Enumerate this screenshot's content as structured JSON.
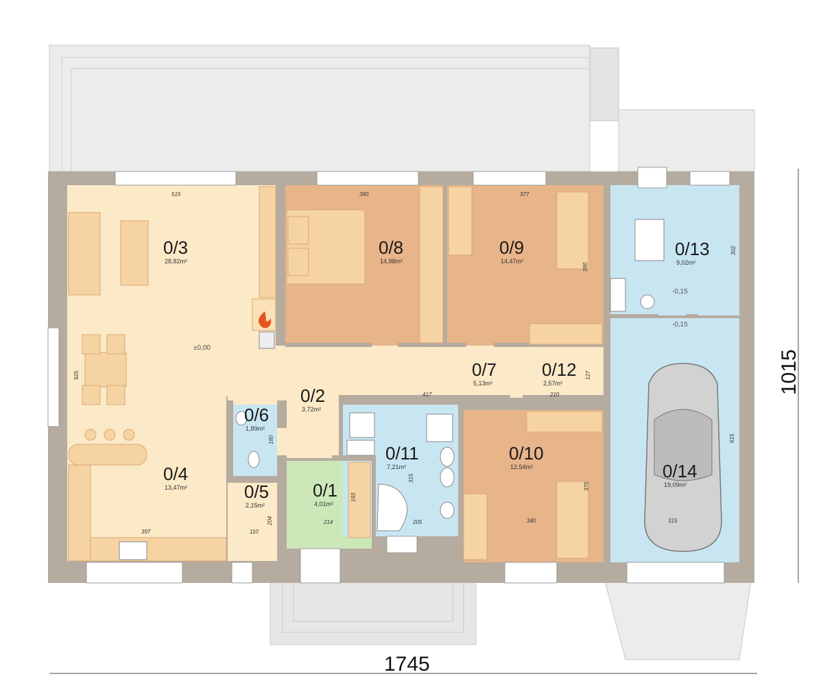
{
  "overall": {
    "width": "1745",
    "depth": "1015"
  },
  "level_mark_living": "±0,00",
  "level_mark_laundry": "-0,15",
  "level_mark_garage": "-0,15",
  "rooms": [
    {
      "id": "0/1",
      "area": "4,01m²"
    },
    {
      "id": "0/2",
      "area": "3,72m²"
    },
    {
      "id": "0/3",
      "area": "28,82m²"
    },
    {
      "id": "0/4",
      "area": "13,47m²"
    },
    {
      "id": "0/5",
      "area": "2,15m²"
    },
    {
      "id": "0/6",
      "area": "1,89m²"
    },
    {
      "id": "0/7",
      "area": "5,13m²"
    },
    {
      "id": "0/8",
      "area": "14,98m²"
    },
    {
      "id": "0/9",
      "area": "14,47m²"
    },
    {
      "id": "0/10",
      "area": "12,54m²"
    },
    {
      "id": "0/11",
      "area": "7,21m²"
    },
    {
      "id": "0/12",
      "area": "2,57m²"
    },
    {
      "id": "0/13",
      "area": "9,02m²"
    },
    {
      "id": "0/14",
      "area": "19,09m²"
    }
  ],
  "dimensions": [
    "515",
    "390",
    "377",
    "925",
    "397",
    "110",
    "204",
    "180",
    "193",
    "214",
    "315",
    "205",
    "417",
    "210",
    "127",
    "340",
    "375",
    "390",
    "302",
    "615",
    "315"
  ],
  "colors": {
    "living": "#fbe9c7",
    "bedroom": "#e8b48a",
    "bath": "#c8e6f2",
    "entry": "#cde8b8",
    "wall": "#b5ab9f",
    "terrace": "#e9e9e9",
    "furniture": "#f6d3a3"
  }
}
